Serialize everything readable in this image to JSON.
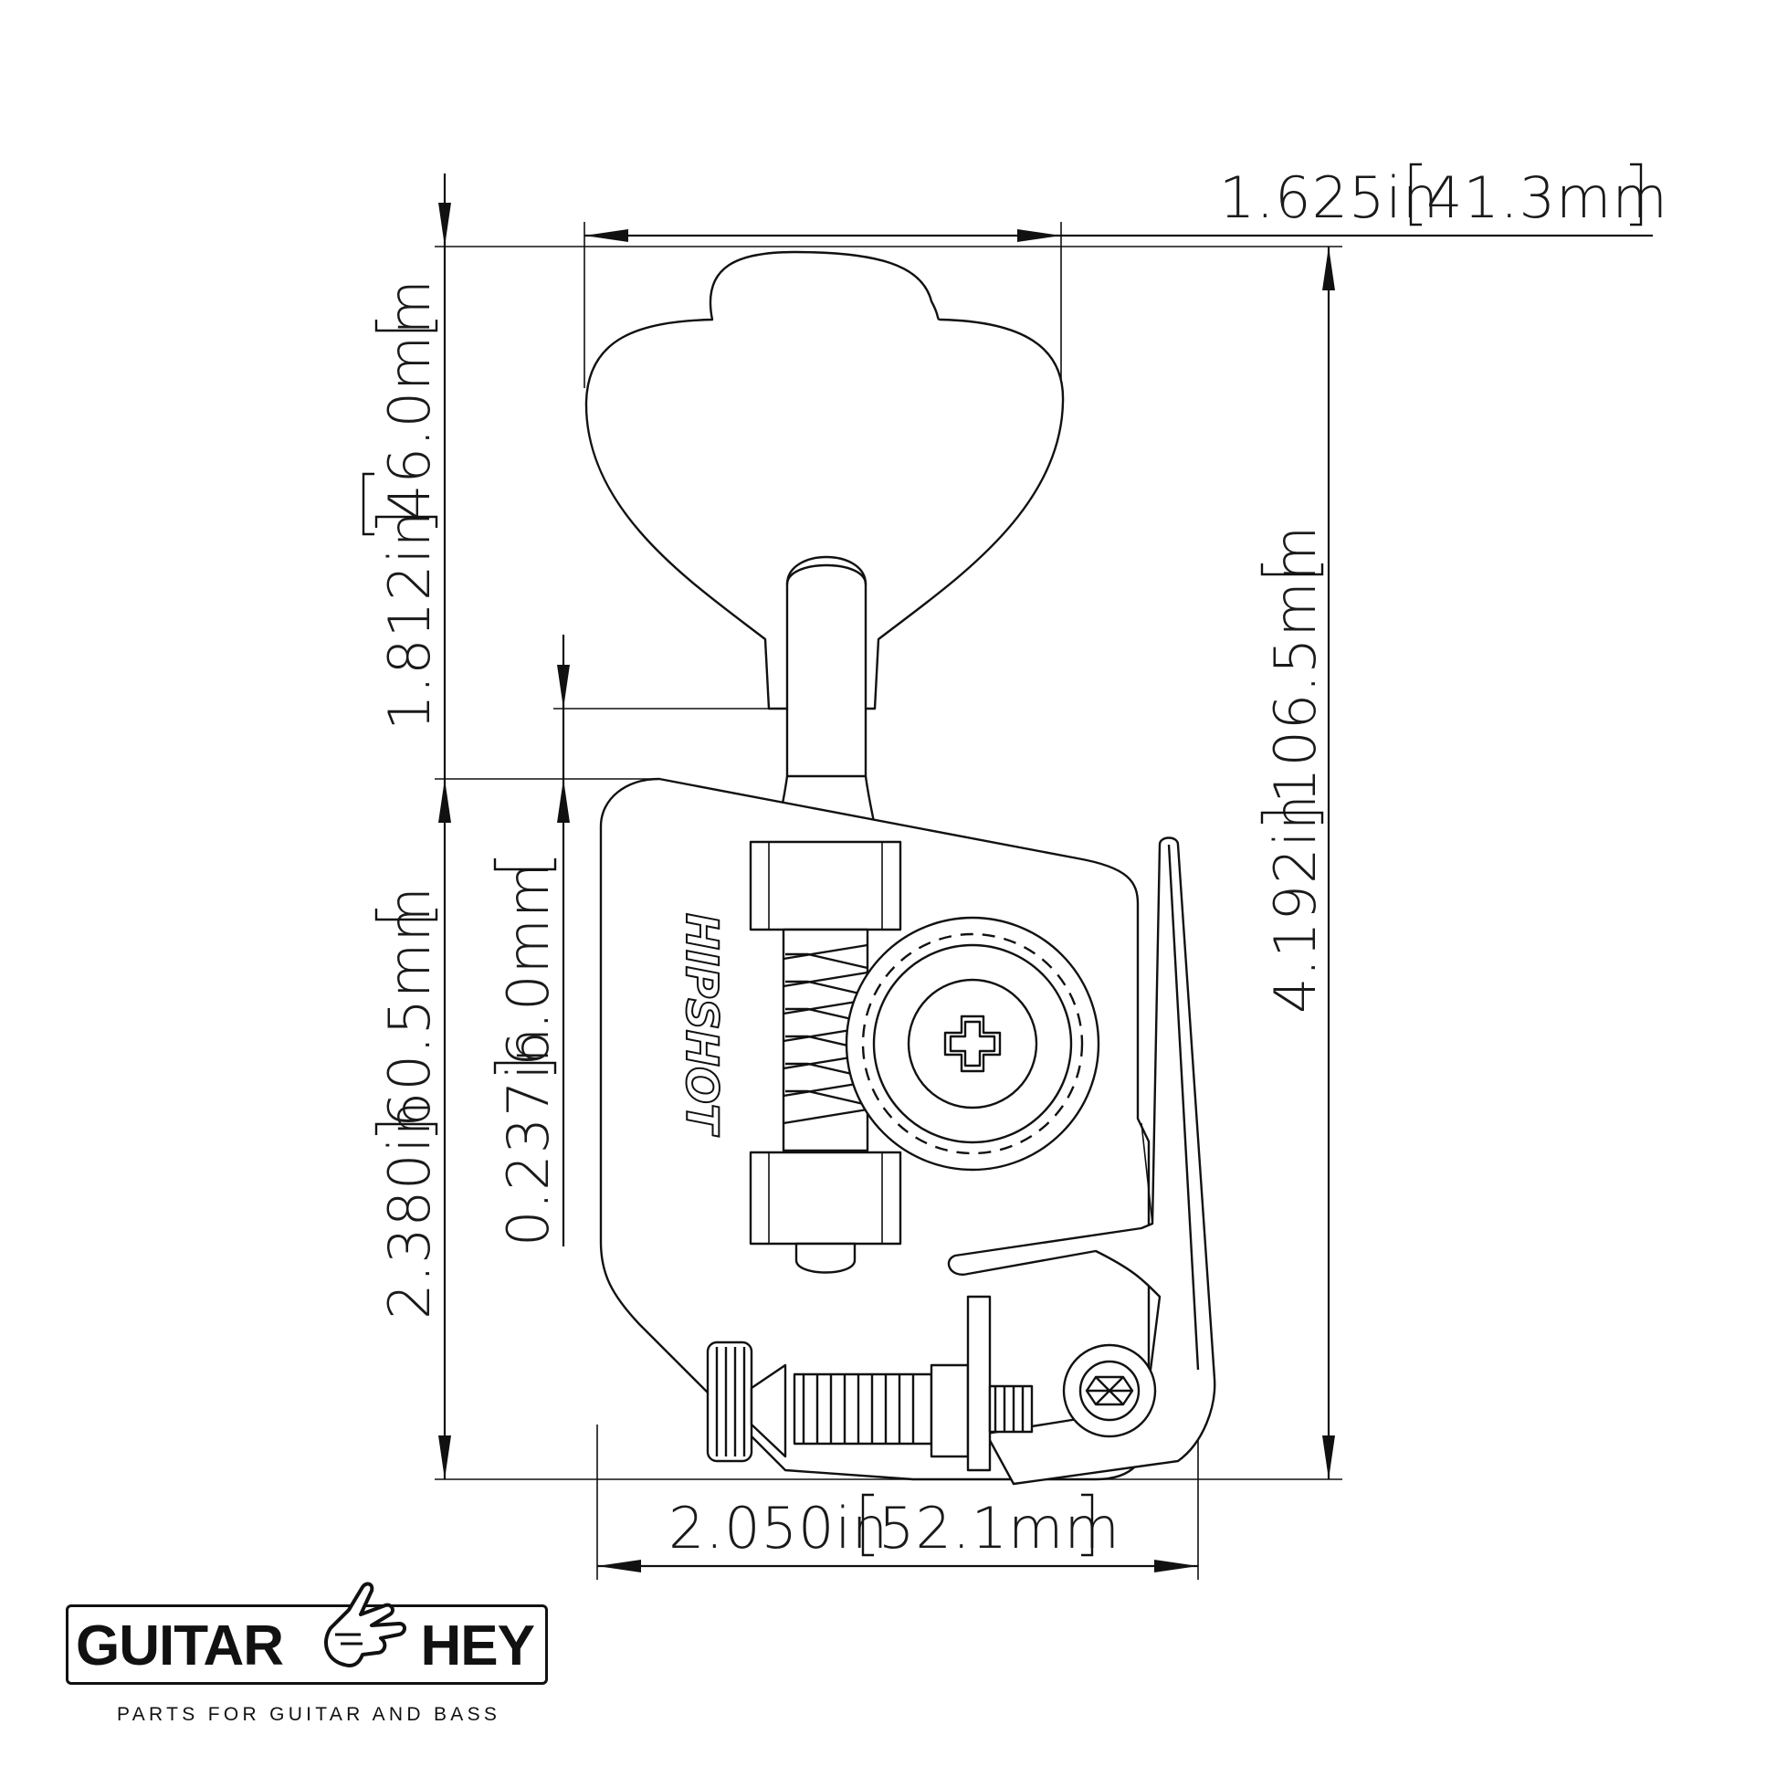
{
  "dimensions": {
    "width_top": "1.625in",
    "width_top_mm": "41.3mm",
    "height_left_upper": "1.812in",
    "height_left_upper_mm": "46.0mm",
    "height_left_lower": "2.380in",
    "height_left_lower_mm": "60.5mm",
    "offset_small": "0.237in",
    "offset_small_mm": "6.0mm",
    "height_total": "4.192in",
    "height_total_mm": "106.5mm",
    "width_bottom": "2.050in",
    "width_bottom_mm": "52.1mm"
  },
  "part_brand": "HIPSHOT",
  "logo": {
    "left": "GUITAR",
    "right": "HEY",
    "tagline": "PARTS FOR GUITAR AND BASS"
  }
}
